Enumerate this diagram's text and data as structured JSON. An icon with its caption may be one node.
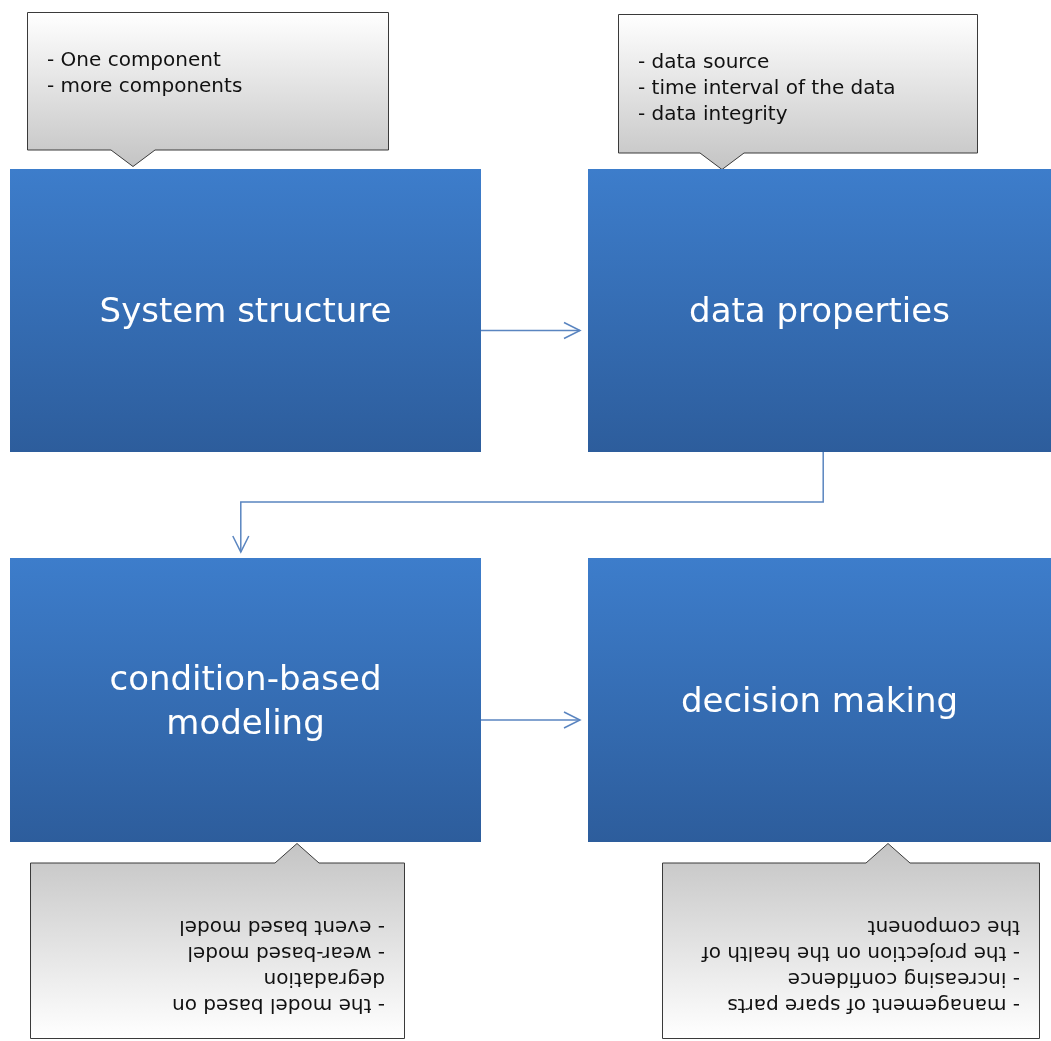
{
  "diagram": {
    "nodes": [
      {
        "text": [
          "- One component",
          "- more components"
        ]
      },
      {
        "text": [
          "- data source",
          "- time interval of the data",
          "- data integrity"
        ]
      },
      {
        "text": [
          "System structure"
        ]
      },
      {
        "text": [
          "data properties"
        ]
      },
      {
        "text": [
          "condition-based modeling"
        ]
      },
      {
        "text": [
          "decision making"
        ]
      },
      {
        "text": [
          "- the model based on degradation",
          "- wear-based model",
          "- event based model"
        ]
      },
      {
        "text": [
          "- management of spare parts",
          "- increasing confidence",
          "- the projection on the health of the component"
        ]
      }
    ],
    "edges": [
      {
        "from": 2,
        "to": 3,
        "arrow": "to"
      },
      {
        "from": 3,
        "to": 4,
        "arrow": "to"
      },
      {
        "from": 4,
        "to": 5,
        "arrow": "to"
      }
    ]
  }
}
